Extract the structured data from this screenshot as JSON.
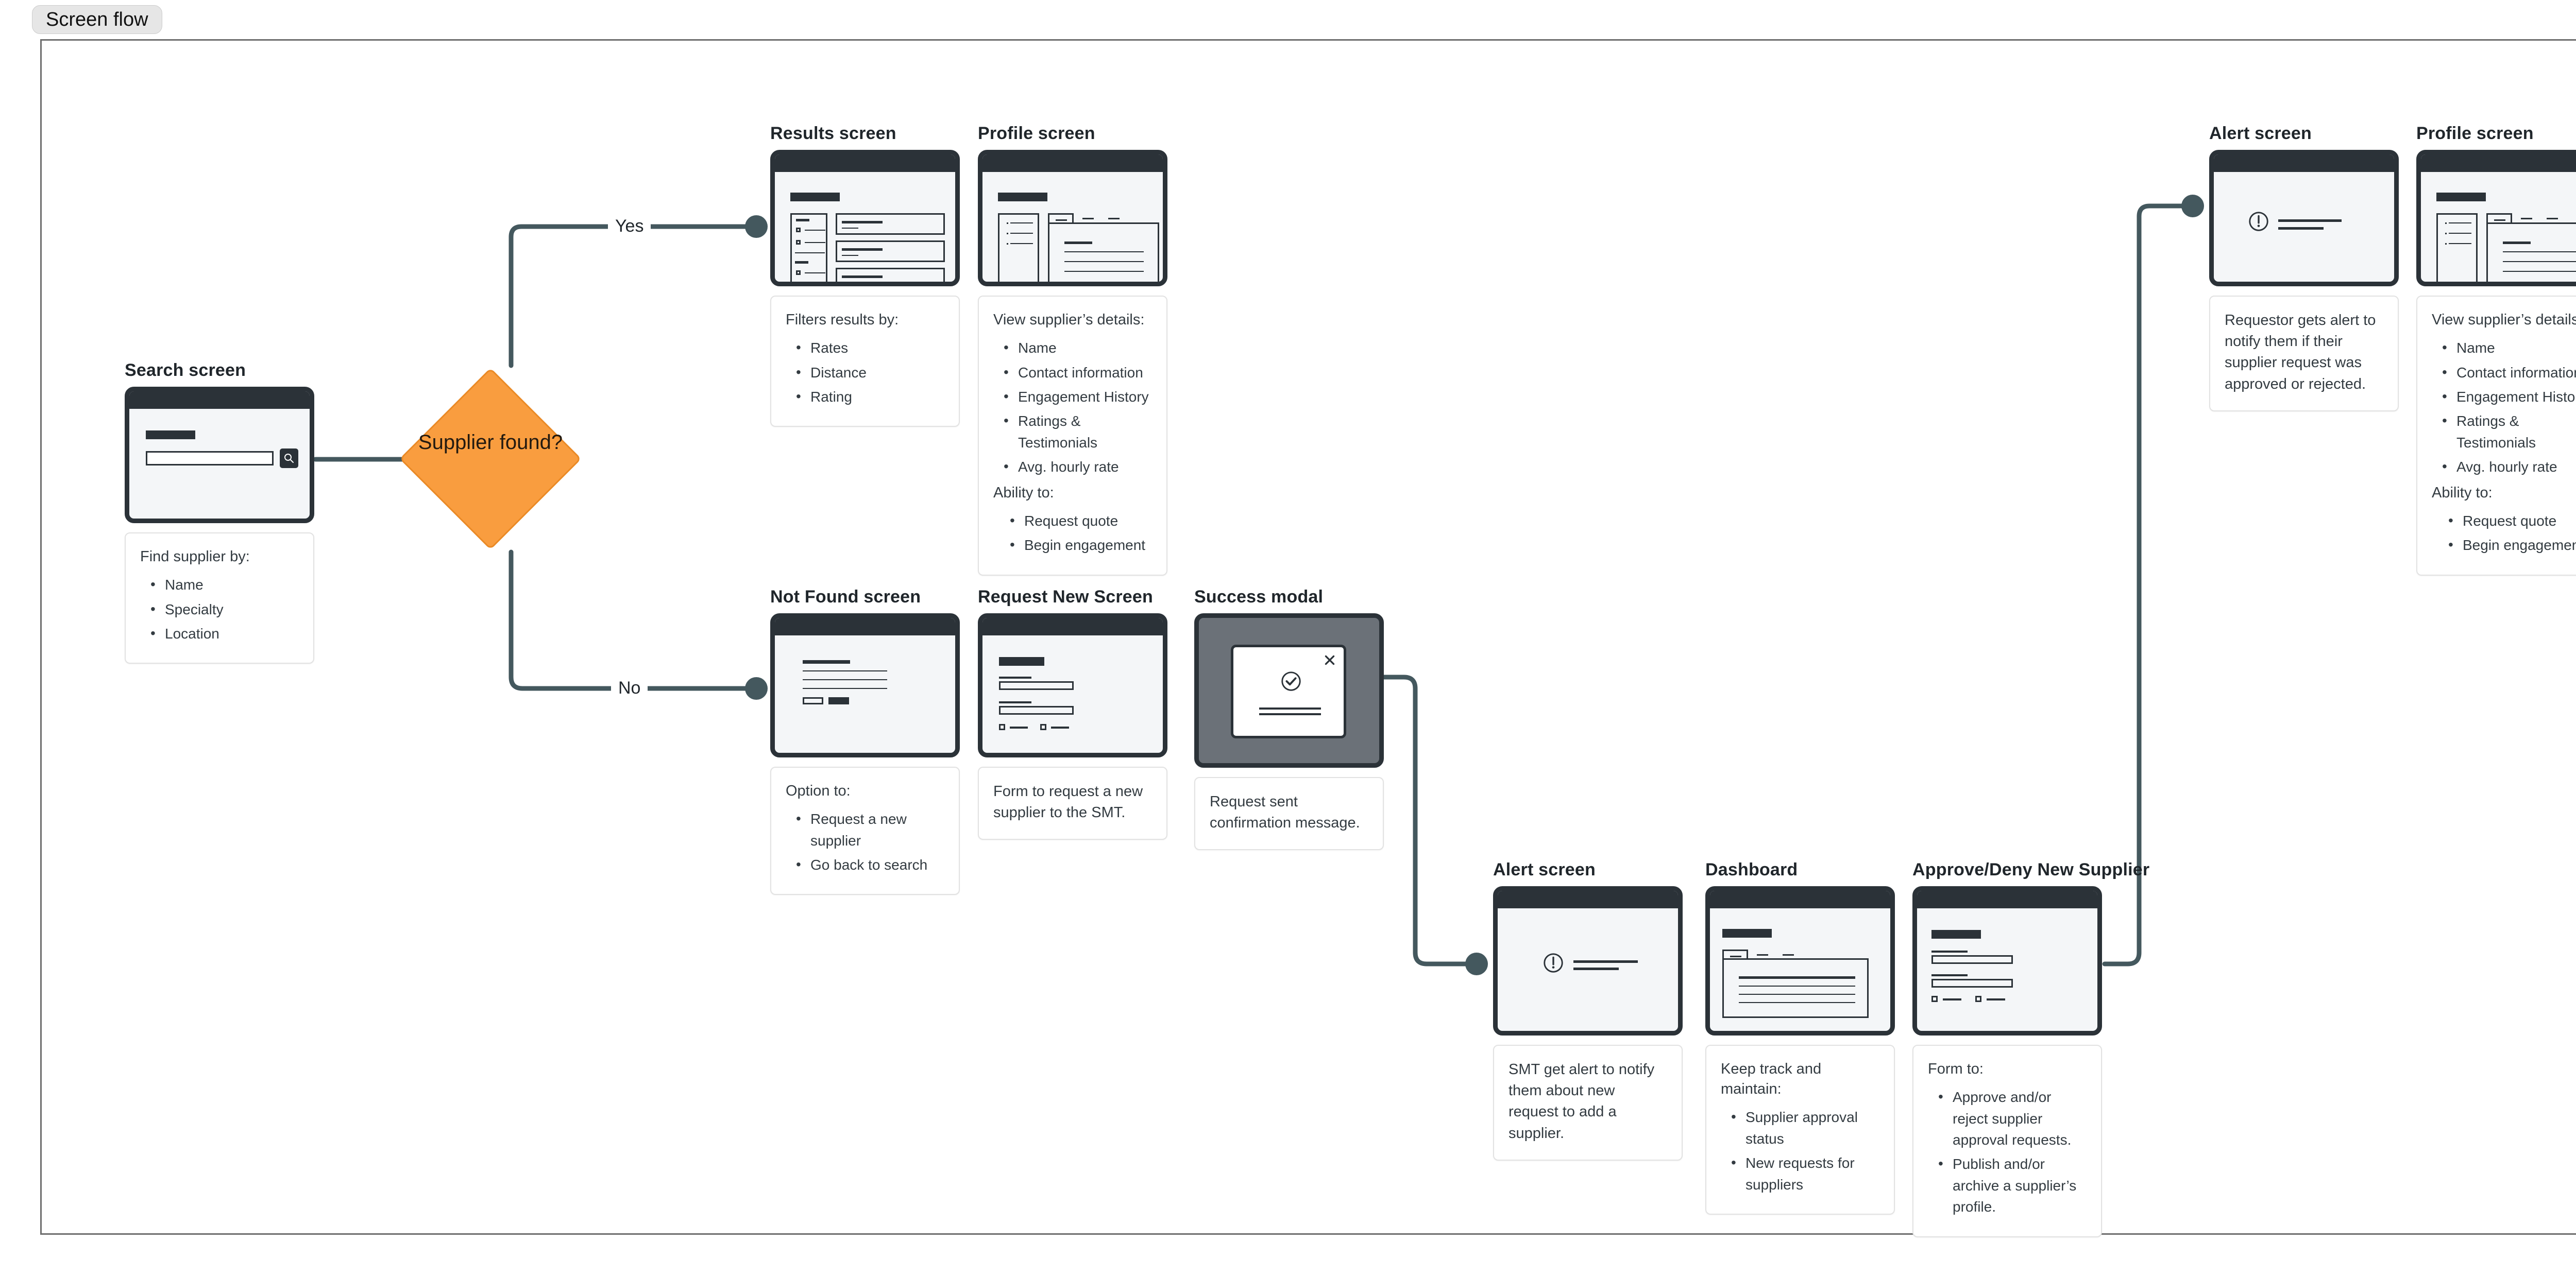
{
  "frame": {
    "label": "Screen flow"
  },
  "colors": {
    "ink": "#2b3238",
    "canvas": "#ffffff",
    "screen_bg": "#f4f6f8",
    "connector": "#44585e",
    "decision_fill": "#f99d3f",
    "decision_stroke": "#ea8a26",
    "note_border": "#e2e2e2",
    "modal_overlay": "#6b7178"
  },
  "edges": [
    {
      "from": "search-screen",
      "to": "decision-diamond",
      "label": ""
    },
    {
      "from": "decision-diamond",
      "to": "results-screen",
      "label": "Yes"
    },
    {
      "from": "decision-diamond",
      "to": "not-found-screen",
      "label": "No"
    },
    {
      "from": "success-modal",
      "to": "alert-screen-smt",
      "label": ""
    },
    {
      "from": "approve-deny-screen",
      "to": "alert-screen-requestor",
      "label": ""
    }
  ],
  "decision": {
    "label": "Supplier found?"
  },
  "nodes": {
    "search_screen": {
      "title": "Search screen",
      "note_head": "Find supplier by:",
      "note_items": [
        "Name",
        "Specialty",
        "Location"
      ],
      "search_icon": "search-icon"
    },
    "results_screen": {
      "title": "Results screen",
      "note_head": "Filters results by:",
      "note_items": [
        "Rates",
        "Distance",
        "Rating"
      ]
    },
    "profile_screen": {
      "title": "Profile screen",
      "note_head": "View supplier’s details:",
      "note_items": [
        "Name",
        "Contact information",
        "Engagement History",
        "Ratings & Testimonials",
        "Avg. hourly rate"
      ],
      "note_head_2": "Ability to:",
      "note_items_2": [
        "Request quote",
        "Begin engagement"
      ]
    },
    "not_found_screen": {
      "title": "Not Found screen",
      "note_head": "Option to:",
      "note_items": [
        "Request a new supplier",
        "Go back to search"
      ]
    },
    "request_new_screen": {
      "title": "Request New Screen",
      "note_para": "Form to request a new supplier to the SMT."
    },
    "success_modal": {
      "title": "Success modal",
      "note_para": "Request sent confirmation message.",
      "close_icon": "close-icon",
      "status_icon": "check-circle-icon"
    },
    "alert_screen_smt": {
      "title": "Alert screen",
      "note_para": "SMT get alert to notify them about new request to add a supplier.",
      "status_icon": "exclamation-circle-icon"
    },
    "dashboard_screen": {
      "title": "Dashboard",
      "note_head": "Keep track and maintain:",
      "note_items": [
        "Supplier approval status",
        "New requests for suppliers"
      ]
    },
    "approve_deny_screen": {
      "title": "Approve/Deny New Supplier",
      "note_head": "Form to:",
      "note_items": [
        "Approve and/or reject supplier approval requests.",
        "Publish and/or archive a supplier’s profile."
      ]
    },
    "alert_screen_requestor": {
      "title": "Alert screen",
      "note_para": "Requestor gets alert to notify them if their supplier request was approved or rejected.",
      "status_icon": "exclamation-circle-icon"
    },
    "profile_screen_2": {
      "title": "Profile screen",
      "note_head": "View supplier’s details:",
      "note_items": [
        "Name",
        "Contact information",
        "Engagement History",
        "Ratings & Testimonials",
        "Avg. hourly rate"
      ],
      "note_head_2": "Ability to:",
      "note_items_2": [
        "Request quote",
        "Begin engagement"
      ]
    }
  }
}
